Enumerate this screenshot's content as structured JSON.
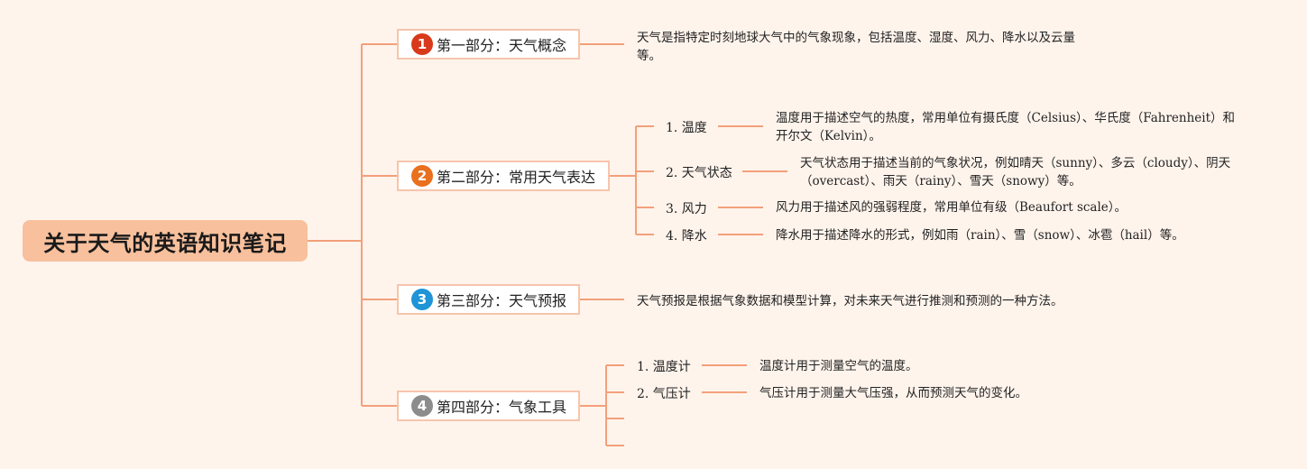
{
  "root": {
    "title": "关于天气的英语知识笔记"
  },
  "sections": [
    {
      "num": "1",
      "color": "#d9391b",
      "title": "第一部分：天气概念",
      "desc": "天气是指特定时刻地球大气中的气象现象，包括温度、湿度、风力、降水以及云量等。"
    },
    {
      "num": "2",
      "color": "#e8701e",
      "title": "第二部分：常用天气表达",
      "items": [
        {
          "label": "1. 温度",
          "desc": "温度用于描述空气的热度，常用单位有摄氏度（Celsius）、华氏度（Fahrenheit）和开尔文（Kelvin）。"
        },
        {
          "label": "2. 天气状态",
          "desc": "天气状态用于描述当前的气象状况，例如晴天（sunny）、多云（cloudy）、阴天（overcast）、雨天（rainy）、雪天（snowy）等。"
        },
        {
          "label": "3. 风力",
          "desc": "风力用于描述风的强弱程度，常用单位有级（Beaufort scale）。"
        },
        {
          "label": "4. 降水",
          "desc": "降水用于描述降水的形式，例如雨（rain）、雪（snow）、冰雹（hail）等。"
        }
      ]
    },
    {
      "num": "3",
      "color": "#1f94d6",
      "title": "第三部分：天气预报",
      "desc": "天气预报是根据气象数据和模型计算，对未来天气进行推测和预测的一种方法。"
    },
    {
      "num": "4",
      "color": "#8c8c8c",
      "title": "第四部分：气象工具",
      "items": [
        {
          "label": "1. 温度计",
          "desc": "温度计用于测量空气的温度。"
        },
        {
          "label": "2. 气压计",
          "desc": "气压计用于测量大气压强，从而预测天气的变化。"
        }
      ]
    }
  ],
  "colors": {
    "line": "#f3a07b",
    "root_bg": "#f8c09d",
    "background": "#fff4ec"
  }
}
